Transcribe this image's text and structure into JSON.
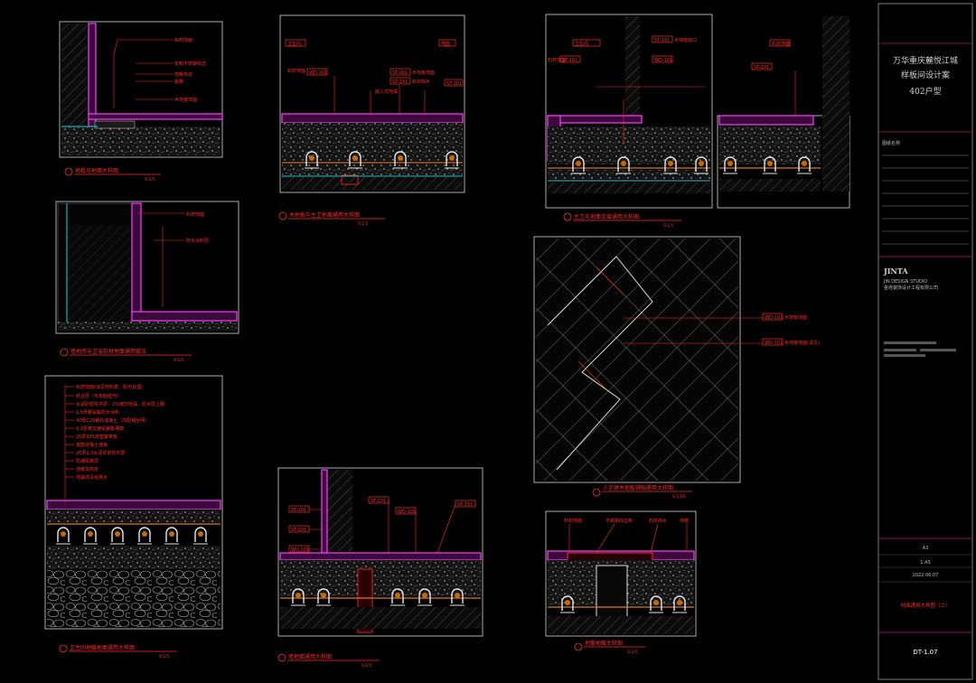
{
  "title_block": {
    "project_line1": "万华重庆麓悦江城",
    "project_line2": "样板间设计案",
    "project_line3": "402户型",
    "label_sheet_title": "图纸名称",
    "studio_mark": "JINTA",
    "studio_sub": "JIN DESIGN STUDIO",
    "studio_sub2": "金塔装饰设计工程有限公司",
    "paper_size": "A3",
    "scale": "1:AS",
    "date": "2022.06.07",
    "sheet_title": "地面通用大样图（二）",
    "sheet_no": "DT-1.07"
  },
  "details": {
    "d1_title": "地毯与地面大样图",
    "d1_scale": "S:1/5",
    "d2_title": "木地板与主卫地面通用大样图",
    "d2_scale": "S:1/5",
    "d3_title": "主卫与地面交接通用大样图",
    "d3_scale": "S:1/5",
    "d4_title": "墙地砖与卫浴石材地面通用做法",
    "d4_scale": "S:1/5",
    "d5_title": "人字拼木地板铺贴通用大样图",
    "d5_scale": "S:1/20",
    "d6_title": "卫生间地暖地面通用大样图",
    "d6_scale": "S:1/5",
    "d7_title": "墙地面通用大样图",
    "d7_scale": "S:1/5",
    "d8_title": "地面地暖大样图",
    "d8_scale": "S:1/5"
  },
  "annotations": {
    "d1": [
      "石材饰面",
      "定制不锈钢收边",
      "地暖构造",
      "踢脚",
      "木地板饰面"
    ],
    "d2_tags": [
      "WD-101",
      "ST-101",
      "ST-101",
      "ST-101"
    ],
    "d2_notes": [
      "卫生间",
      "地面",
      "石材饰面",
      "木地板饰面",
      "石材挡水",
      "嵌入式地漏"
    ],
    "d3_tags": [
      "ST-101",
      "ST-101",
      "WD-101",
      "ST-101"
    ],
    "d3_notes": [
      "石材饰面",
      "木饰面收口",
      "卫生间",
      "石材饰面"
    ],
    "d4_notes": [
      "石材饰面",
      "防水涂料层"
    ],
    "d5_tags": [
      "WD-101",
      "WD-101"
    ],
    "d5_notes": [
      "木地板饰面",
      "木地板饰面(详见)"
    ],
    "d6_layers": [
      "石材饰面(详见材料表，防污处理)",
      "结合层（专用粘结剂）",
      "水泥砂浆找平层：2%坡向地漏，防水层上翻",
      "1.5厚聚氨酯防水涂料",
      "40厚C20细石混凝土（内配钢丝网）",
      "0.2厚真空镀铝聚酯薄膜",
      "20厚XPS挤塑聚苯板",
      "钢筋混凝土楼板",
      "20厚1:3水泥砂浆找平层",
      "防潮隔离层",
      "地暖加热管",
      "地漏详见给排水"
    ],
    "d7_tags": [
      "ST-101",
      "ST-101",
      "WD-101",
      "ST-101",
      "WD-101",
      "ST-101"
    ],
    "d8_notes": [
      "石材饰面",
      "不锈钢收边条",
      "石材挡水",
      "地暖"
    ]
  }
}
